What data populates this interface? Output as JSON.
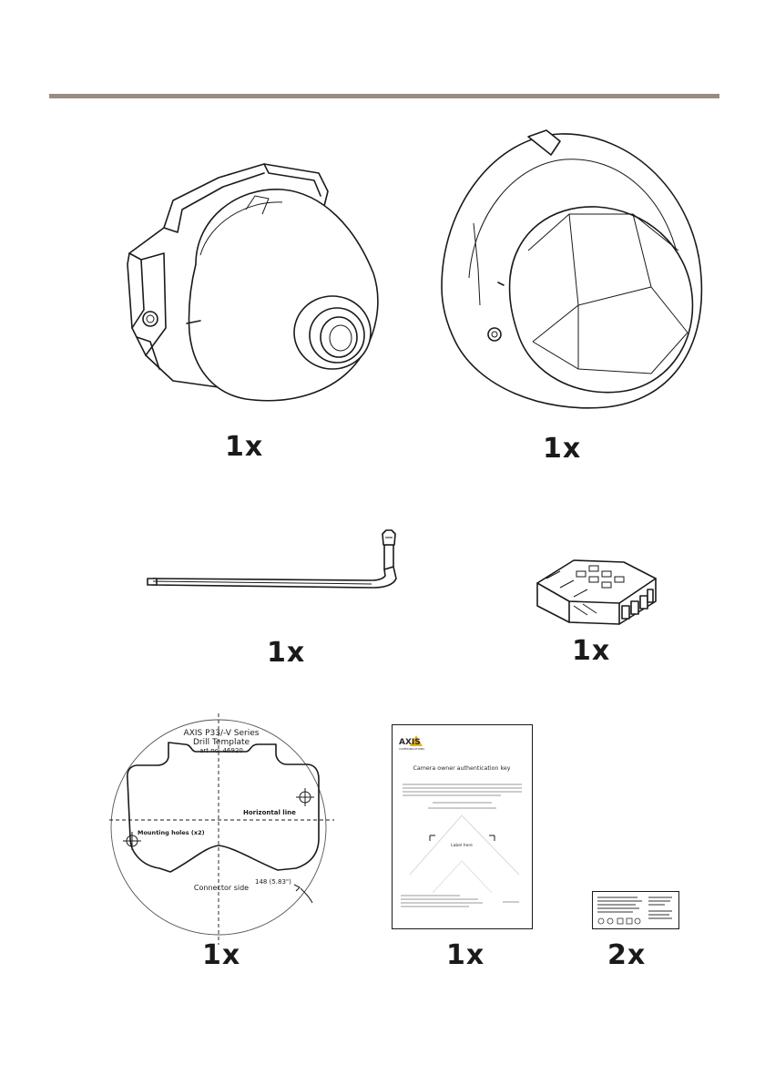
{
  "header": {
    "rule_color": "#9b8c80"
  },
  "items": {
    "camera_unit": {
      "quantity": "1x",
      "icon": "camera-unit-icon"
    },
    "dome_cover": {
      "quantity": "1x",
      "icon": "dome-cover-icon"
    },
    "torx_key": {
      "quantity": "1x",
      "icon": "torx-key-icon"
    },
    "terminal_block": {
      "quantity": "1x",
      "icon": "terminal-block-icon"
    },
    "drill_template": {
      "quantity": "1x",
      "title": "AXIS P33/-V Series",
      "subtitle": "Drill Template",
      "art_no": "art no: 46920",
      "horizontal_label": "Horizontal line",
      "mounting_label": "Mounting holes (x2)",
      "dimension_label": "148 (5.83\")",
      "connector_label": "Connector side"
    },
    "auth_key_card": {
      "quantity": "1x",
      "brand": "AXIS",
      "brand_sub": "COMMUNICATIONS",
      "title": "Camera owner authentication key",
      "label_area": "Label here"
    },
    "serial_labels": {
      "quantity": "2x",
      "icon": "serial-label-icon"
    }
  }
}
